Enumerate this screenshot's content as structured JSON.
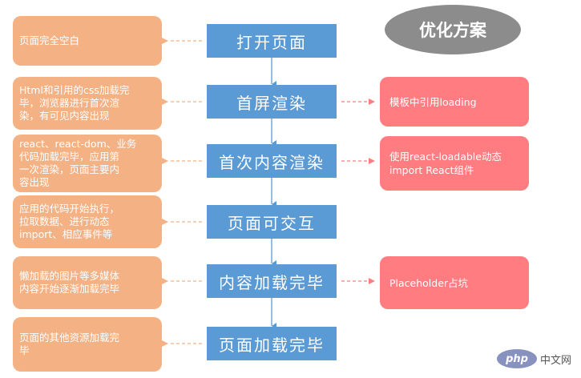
{
  "title": "优化方案",
  "steps": [
    {
      "label": "打开页面",
      "desc": "页面完全空白",
      "opt": ""
    },
    {
      "label": "首屏渲染",
      "desc": "Html和引用的css加载完\n毕，浏览器进行首次渲\n染，有可见内容出现",
      "opt": "模板中引用loading"
    },
    {
      "label": "首次内容渲染",
      "desc": "react、react-dom、业务\n代码加载完毕，应用第\n一次渲染，页面主要内\n容出现",
      "opt": "使用react-loadable动态\nimport React组件"
    },
    {
      "label": "页面可交互",
      "desc": "应用的代码开始执行，\n拉取数据、进行动态\nimport、相应事件等",
      "opt": ""
    },
    {
      "label": "内容加载完毕",
      "desc": "懒加载的图片等多媒体\n内容开始逐渐加载完毕",
      "opt": "Placeholder占坑"
    },
    {
      "label": "页面加载完毕",
      "desc": "页面的其他资源加载完\n毕",
      "opt": ""
    }
  ],
  "watermark": {
    "logo": "php",
    "text": "中文网"
  },
  "colors": {
    "step": "#5b9bd5",
    "desc": "#f4b183",
    "opt": "#ff7c80",
    "title": "#8c8c8c",
    "arrow": "#5b9bd5",
    "dash": "#f4b183",
    "optDash": "#ff7c80"
  }
}
